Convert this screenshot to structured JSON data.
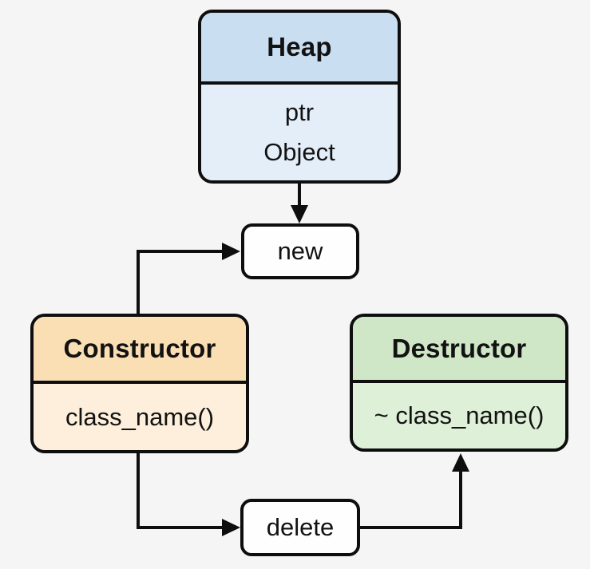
{
  "diagram": {
    "kind": "flowchart",
    "nodes": {
      "heap": {
        "title": "Heap",
        "fields": [
          "ptr",
          "Object"
        ],
        "header_color": "#cadef2",
        "body_color": "#e4eef8"
      },
      "constructor": {
        "title": "Constructor",
        "fields": [
          "class_name()"
        ],
        "header_color": "#fbdfb4",
        "body_color": "#fdefdc"
      },
      "destructor": {
        "title": "Destructor",
        "fields": [
          "~ class_name()"
        ],
        "header_color": "#cfe6c7",
        "body_color": "#def0d7"
      },
      "new_pill": {
        "label": "new",
        "fill_color": "#fefefe"
      },
      "delete_pill": {
        "label": "delete",
        "fill_color": "#fefefe"
      }
    },
    "edges": [
      {
        "from": "Heap",
        "to": "new",
        "style": "straight-down-arrow"
      },
      {
        "from": "Constructor",
        "to": "new",
        "style": "elbow-up-right-arrow"
      },
      {
        "from": "Constructor",
        "to": "delete",
        "style": "elbow-down-right-arrow"
      },
      {
        "from": "delete",
        "to": "Destructor",
        "style": "elbow-right-up-arrow"
      }
    ],
    "colors": {
      "background": "#f5f5f5",
      "border": "#0e0e0e",
      "text": "#121212"
    }
  }
}
